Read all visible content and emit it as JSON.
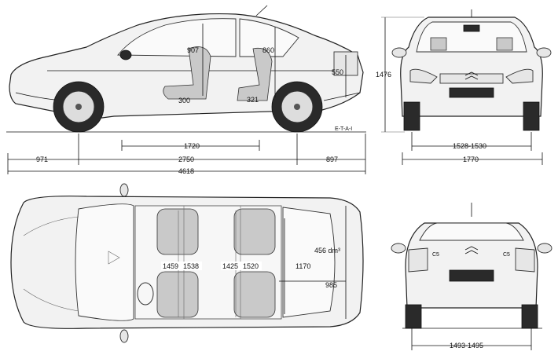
{
  "dimensions": {
    "interior_height_front": "907",
    "interior_height_rear": "860",
    "trunk_sill_height": "550",
    "seat_height_front": "300",
    "seat_height_rear": "321",
    "interior_length": "1720",
    "front_overhang": "971",
    "wheelbase": "2750",
    "rear_overhang": "897",
    "overall_length": "4618",
    "overall_height": "1476",
    "front_track": "1528-1530",
    "overall_width": "1770",
    "front_width_inner": "1459",
    "front_width_outer": "1538",
    "rear_width_inner": "1425",
    "rear_width_outer": "1520",
    "trunk_volume": "456 dm³",
    "trunk_width": "1170",
    "trunk_length": "985",
    "rear_track": "1493-1495"
  },
  "labels": {
    "code": "E-T-A-I",
    "badge_left": "C5",
    "badge_right": "C5"
  }
}
